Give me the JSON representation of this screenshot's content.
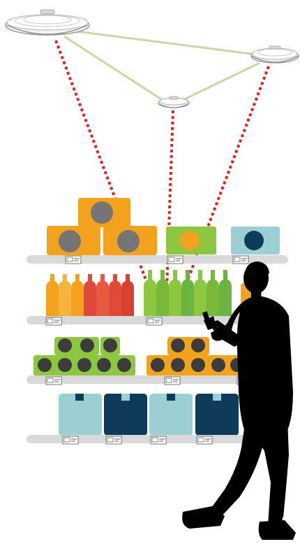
{
  "colors": {
    "background": "#ffffff",
    "shelf": "#d9d9d9",
    "mesh_link": "#c6d9a0",
    "signal_beam": "#e02020",
    "orange": "#f2a21c",
    "dark_orange": "#e8941a",
    "gray_disk": "#757575",
    "lime": "#8dc63f",
    "green": "#6db33f",
    "navy": "#0f3b5b",
    "teal": "#9bcfd4",
    "red": "#e04a3a",
    "dark_can": "#3c3c3c",
    "shopper": "#000000"
  },
  "icons": {
    "ceiling_node": "ceiling-access-point-icon",
    "shelf_tag": "electronic-shelf-label-icon",
    "shopper": "shopper-silhouette-icon"
  },
  "scene": {
    "access_points": 3,
    "shelves": 4,
    "shelf_labels_per_shelf": [
      3,
      3,
      3,
      4
    ]
  }
}
